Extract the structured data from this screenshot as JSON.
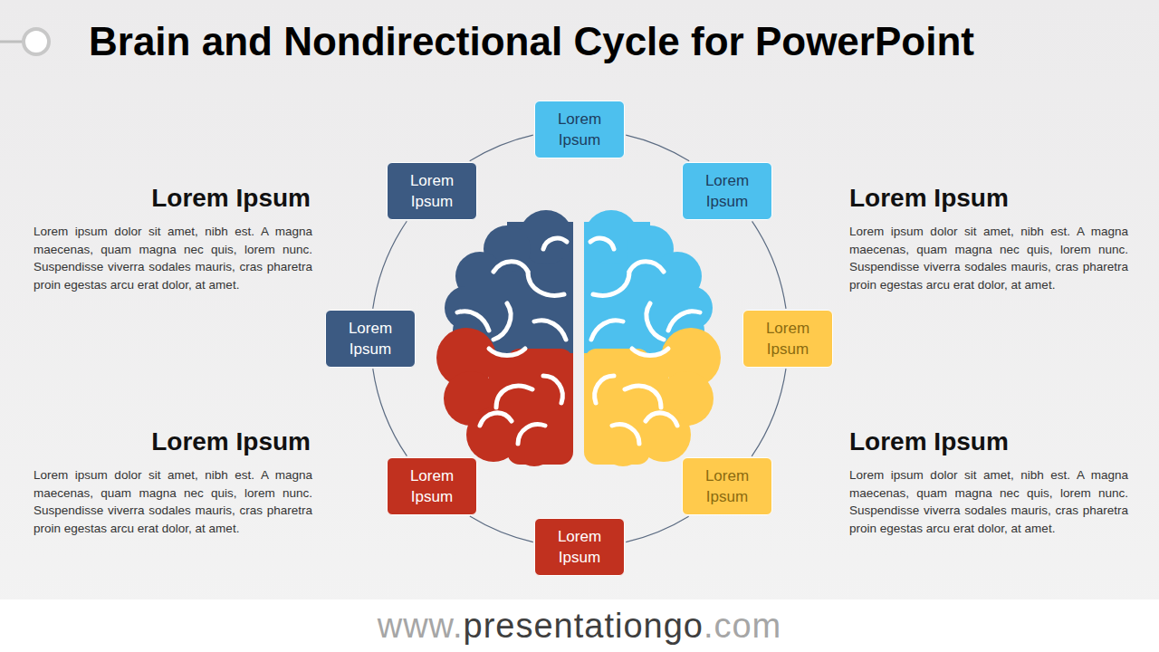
{
  "diagram": {
    "title": "Brain and Nondirectional Cycle for PowerPoint",
    "nodes": [
      {
        "text": [
          "Lorem Ipsum"
        ]
      },
      {
        "text": [
          "Lorem Ipsum"
        ]
      },
      {
        "text": [
          "Lorem Ipsum"
        ]
      },
      {
        "text": [
          "Lorem Ipsum"
        ]
      },
      {
        "text": [
          "Lorem Ipsum"
        ]
      },
      {
        "text": [
          "Lorem Ipsum"
        ]
      },
      {
        "text": [
          "Lorem Ipsum"
        ]
      },
      {
        "text": [
          "Lorem Ipsum"
        ]
      }
    ],
    "edges": [
      {
        "from": 0,
        "to": 1,
        "arrow": "none"
      },
      {
        "from": 1,
        "to": 2,
        "arrow": "none"
      },
      {
        "from": 2,
        "to": 3,
        "arrow": "none"
      },
      {
        "from": 3,
        "to": 4,
        "arrow": "none"
      },
      {
        "from": 4,
        "to": 5,
        "arrow": "none"
      },
      {
        "from": 5,
        "to": 6,
        "arrow": "none"
      },
      {
        "from": 6,
        "to": 7,
        "arrow": "none"
      },
      {
        "from": 7,
        "to": 0,
        "arrow": "none"
      }
    ],
    "labels": [
      "Lorem Ipsum",
      "Lorem ipsum dolor sit amet, nibh est. A magna maecenas, quam magna nec quis, lorem nunc. Suspendisse viverra sodales mauris, cras pharetra proin egestas arcu erat dolor, at amet.",
      "Lorem Ipsum",
      "Lorem ipsum dolor sit amet, nibh est. A magna maecenas, quam magna nec quis, lorem nunc. Suspendisse viverra sodales mauris, cras pharetra proin egestas arcu erat dolor, at amet.",
      "Lorem Ipsum",
      "Lorem ipsum dolor sit amet, nibh est. A magna maecenas, quam magna nec quis, lorem nunc. Suspendisse viverra sodales mauris, cras pharetra proin egestas arcu erat dolor, at amet.",
      "Lorem Ipsum",
      "Lorem ipsum dolor sit amet, nibh est. A magna maecenas, quam magna nec quis, lorem nunc. Suspendisse viverra sodales mauris, cras pharetra proin egestas arcu erat dolor, at amet.",
      "www.",
      "presentationgo",
      ".com"
    ]
  }
}
